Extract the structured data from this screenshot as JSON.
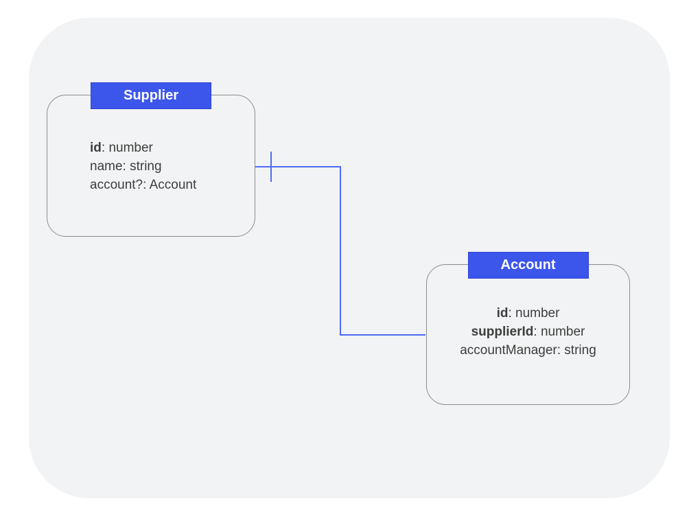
{
  "colors": {
    "page_bg": "#ffffff",
    "canvas_bg": "#f2f3f4",
    "entity_border": "#8b8b8b",
    "header_bg": "#3c56ec",
    "header_border": "#2c42d4",
    "header_text": "#ffffff",
    "field_text": "#3d3d3d",
    "connector": "#4d6bf5"
  },
  "entities": [
    {
      "title": "Supplier",
      "fields": [
        {
          "b": "id",
          "r": ": number"
        },
        {
          "b": "",
          "r": "name: string"
        },
        {
          "b": "",
          "r": "account?: Account"
        }
      ]
    },
    {
      "title": "Account",
      "fields": [
        {
          "b": "id",
          "r": ": number"
        },
        {
          "b": "supplierId",
          "r": ": number"
        },
        {
          "b": "",
          "r": "accountManager: string"
        }
      ]
    }
  ],
  "relationship": {
    "from": "Supplier",
    "to": "Account",
    "cardinality": "one"
  }
}
